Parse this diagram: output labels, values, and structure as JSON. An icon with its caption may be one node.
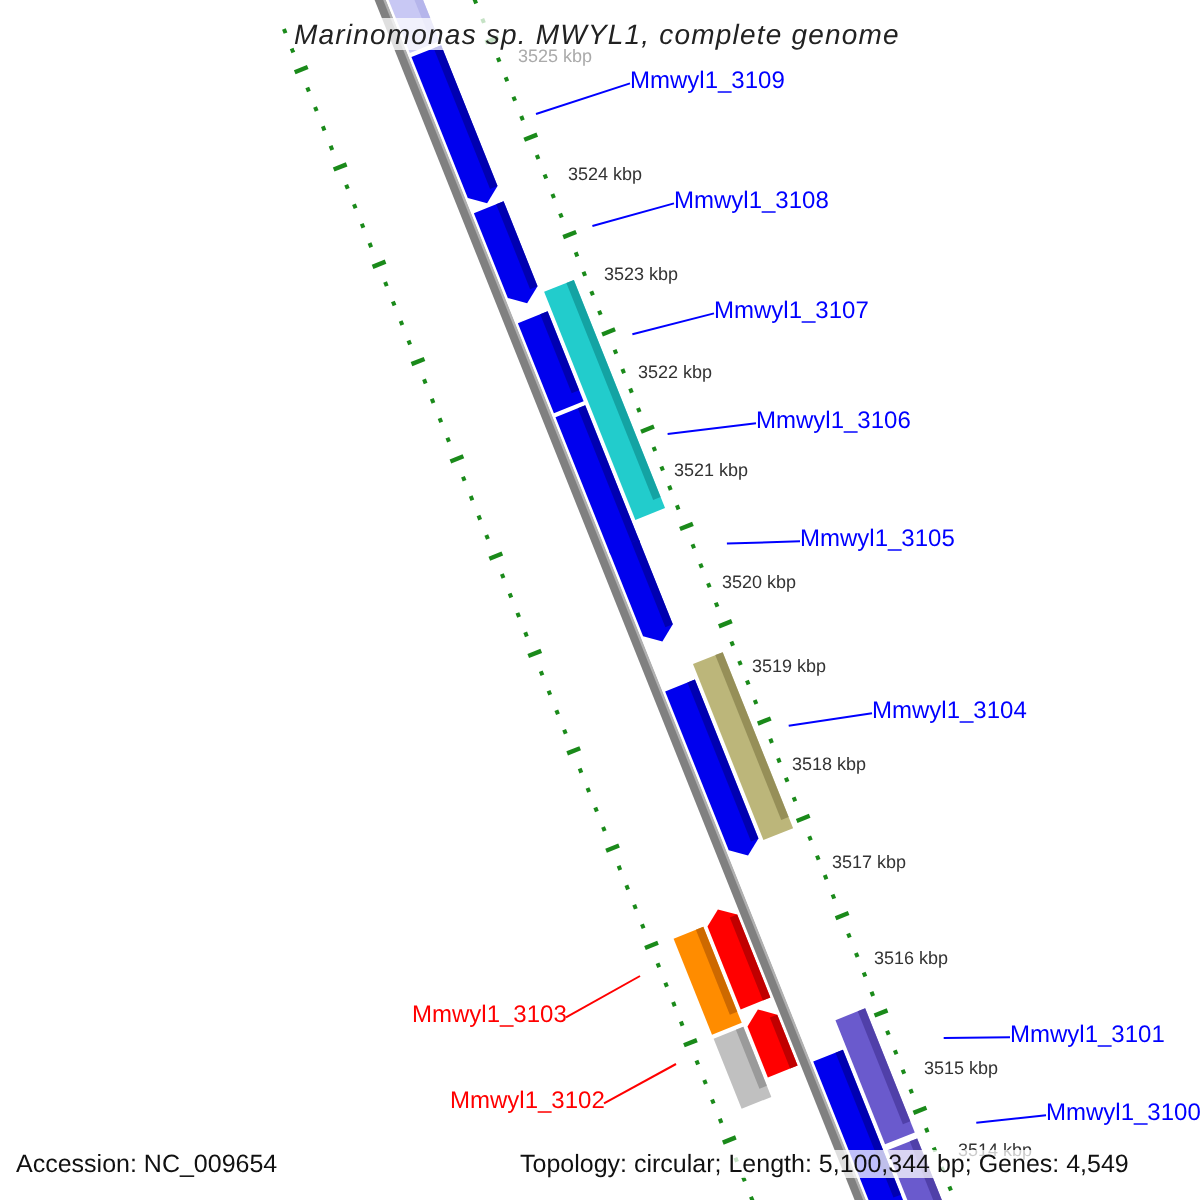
{
  "diagram": {
    "title": "Marinomonas sp. MWYL1, complete genome",
    "nodes": [
      {
        "text": [
          "Mmwyl1_3109"
        ]
      },
      {
        "text": [
          "Mmwyl1_3108"
        ]
      },
      {
        "text": [
          "Mmwyl1_3107"
        ]
      },
      {
        "text": [
          "Mmwyl1_3106"
        ]
      },
      {
        "text": [
          "Mmwyl1_3105"
        ]
      },
      {
        "text": [
          "Mmwyl1_3104"
        ]
      },
      {
        "text": [
          "Mmwyl1_3103"
        ]
      },
      {
        "text": [
          "Mmwyl1_3102"
        ]
      },
      {
        "text": [
          "Mmwyl1_3101"
        ]
      },
      {
        "text": [
          "Mmwyl1_3100"
        ]
      }
    ],
    "edges": [
      {
        "from": 0,
        "to": null,
        "arrow": "none"
      },
      {
        "from": 1,
        "to": null,
        "arrow": "none"
      },
      {
        "from": 2,
        "to": null,
        "arrow": "none"
      },
      {
        "from": 3,
        "to": null,
        "arrow": "none"
      },
      {
        "from": 4,
        "to": null,
        "arrow": "none"
      },
      {
        "from": 5,
        "to": null,
        "arrow": "none"
      },
      {
        "from": 6,
        "to": null,
        "arrow": "none",
        "color": "#ff0000"
      },
      {
        "from": 7,
        "to": null,
        "arrow": "none",
        "color": "#ff0000"
      },
      {
        "from": 8,
        "to": null,
        "arrow": "none"
      },
      {
        "from": 9,
        "to": null,
        "arrow": "none"
      }
    ],
    "labels": [
      "3525 kbp",
      "3524 kbp",
      "3523 kbp",
      "3522 kbp",
      "3521 kbp",
      "3520 kbp",
      "3519 kbp",
      "3518 kbp",
      "3517 kbp",
      "3516 kbp",
      "3515 kbp",
      "3514 kbp",
      "Accession: NC_009654",
      "Topology: circular; Length: 5,100,344 bp; Genes: 4,549"
    ]
  }
}
